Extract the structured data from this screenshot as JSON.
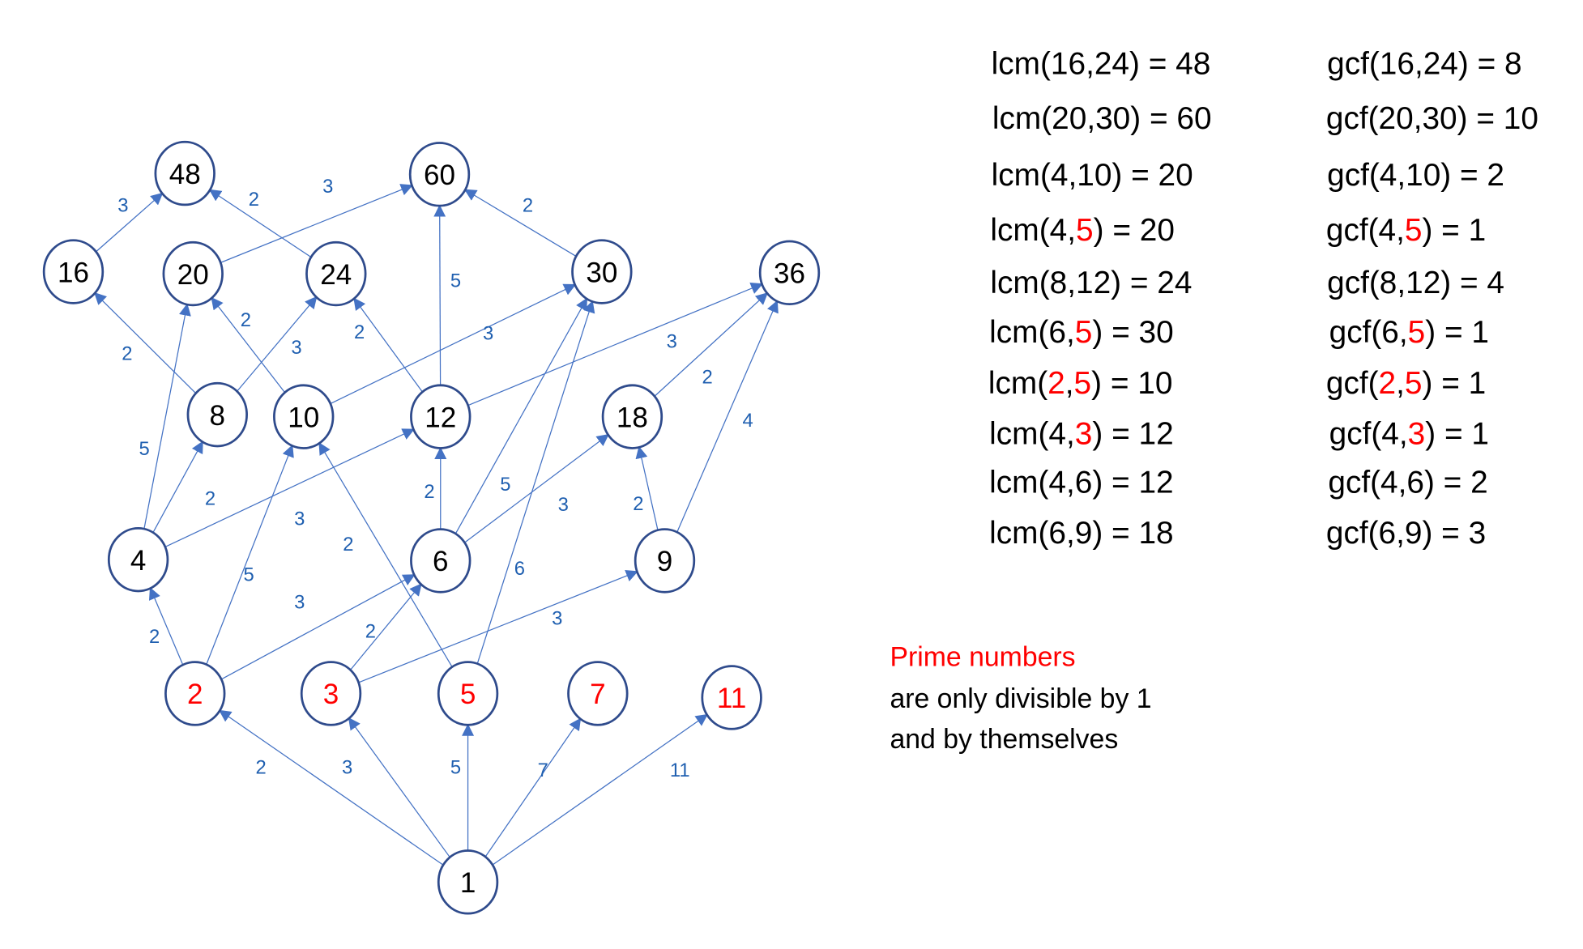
{
  "colors": {
    "prime": "#FF0000",
    "normal": "#000000",
    "edge": "#4472C4",
    "edge_label": "#1F5FB0",
    "node_border": "#2F4B8C"
  },
  "nodes": [
    {
      "label": "48",
      "prime": false
    },
    {
      "label": "60",
      "prime": false
    },
    {
      "label": "16",
      "prime": false
    },
    {
      "label": "20",
      "prime": false
    },
    {
      "label": "24",
      "prime": false
    },
    {
      "label": "30",
      "prime": false
    },
    {
      "label": "36",
      "prime": false
    },
    {
      "label": "8",
      "prime": false
    },
    {
      "label": "10",
      "prime": false
    },
    {
      "label": "12",
      "prime": false
    },
    {
      "label": "18",
      "prime": false
    },
    {
      "label": "4",
      "prime": false
    },
    {
      "label": "6",
      "prime": false
    },
    {
      "label": "9",
      "prime": false
    },
    {
      "label": "2",
      "prime": true
    },
    {
      "label": "3",
      "prime": true
    },
    {
      "label": "5",
      "prime": true
    },
    {
      "label": "7",
      "prime": true
    },
    {
      "label": "11",
      "prime": true
    },
    {
      "label": "1",
      "prime": false
    }
  ],
  "edges": [
    {
      "from": "16",
      "to": "48",
      "label": "3"
    },
    {
      "from": "24",
      "to": "48",
      "label": "2"
    },
    {
      "from": "20",
      "to": "60",
      "label": "3"
    },
    {
      "from": "12",
      "to": "60",
      "label": "5"
    },
    {
      "from": "30",
      "to": "60",
      "label": "2"
    },
    {
      "from": "8",
      "to": "16",
      "label": "2"
    },
    {
      "from": "10",
      "to": "20",
      "label": "2"
    },
    {
      "from": "8",
      "to": "24",
      "label": "3"
    },
    {
      "from": "12",
      "to": "24",
      "label": "2"
    },
    {
      "from": "10",
      "to": "30",
      "label": "3"
    },
    {
      "from": "6",
      "to": "30",
      "label": "5"
    },
    {
      "from": "5",
      "to": "30",
      "label": "6"
    },
    {
      "from": "12",
      "to": "36",
      "label": "3"
    },
    {
      "from": "18",
      "to": "36",
      "label": "2"
    },
    {
      "from": "9",
      "to": "36",
      "label": "4"
    },
    {
      "from": "4",
      "to": "20",
      "label": "5"
    },
    {
      "from": "4",
      "to": "8",
      "label": "2"
    },
    {
      "from": "4",
      "to": "12",
      "label": "3"
    },
    {
      "from": "2",
      "to": "10",
      "label": "5"
    },
    {
      "from": "5",
      "to": "10",
      "label": "2"
    },
    {
      "from": "6",
      "to": "12",
      "label": "2"
    },
    {
      "from": "6",
      "to": "18",
      "label": "3"
    },
    {
      "from": "9",
      "to": "18",
      "label": "2"
    },
    {
      "from": "2",
      "to": "4",
      "label": "2"
    },
    {
      "from": "2",
      "to": "6",
      "label": "3"
    },
    {
      "from": "3",
      "to": "6",
      "label": "2"
    },
    {
      "from": "3",
      "to": "9",
      "label": "3"
    },
    {
      "from": "1",
      "to": "2",
      "label": "2"
    },
    {
      "from": "1",
      "to": "3",
      "label": "3"
    },
    {
      "from": "1",
      "to": "5",
      "label": "5"
    },
    {
      "from": "1",
      "to": "7",
      "label": "7"
    },
    {
      "from": "1",
      "to": "11",
      "label": "11"
    }
  ],
  "lcm": [
    [
      {
        "t": "lcm(16,24) = 48"
      }
    ],
    [
      {
        "t": "lcm(20,30) = 60"
      }
    ],
    [
      {
        "t": "lcm(4,10) = 20"
      }
    ],
    [
      {
        "t": "lcm(4,"
      },
      {
        "t": "5",
        "red": true
      },
      {
        "t": ") = 20"
      }
    ],
    [
      {
        "t": "lcm(8,12) = 24"
      }
    ],
    [
      {
        "t": "lcm(6,"
      },
      {
        "t": "5",
        "red": true
      },
      {
        "t": ") = 30"
      }
    ],
    [
      {
        "t": "lcm("
      },
      {
        "t": "2",
        "red": true
      },
      {
        "t": ","
      },
      {
        "t": "5",
        "red": true
      },
      {
        "t": ") = 10"
      }
    ],
    [
      {
        "t": "lcm(4,"
      },
      {
        "t": "3",
        "red": true
      },
      {
        "t": ") = 12"
      }
    ],
    [
      {
        "t": "lcm(4,6) = 12"
      }
    ],
    [
      {
        "t": "lcm(6,9) = 18"
      }
    ]
  ],
  "gcf": [
    [
      {
        "t": "gcf(16,24) = 8"
      }
    ],
    [
      {
        "t": "gcf(20,30) = 10"
      }
    ],
    [
      {
        "t": "gcf(4,10) = 2"
      }
    ],
    [
      {
        "t": "gcf(4,"
      },
      {
        "t": "5",
        "red": true
      },
      {
        "t": ") = 1"
      }
    ],
    [
      {
        "t": "gcf(8,12) = 4"
      }
    ],
    [
      {
        "t": "gcf(6,"
      },
      {
        "t": "5",
        "red": true
      },
      {
        "t": ") = 1"
      }
    ],
    [
      {
        "t": "gcf("
      },
      {
        "t": "2",
        "red": true
      },
      {
        "t": ","
      },
      {
        "t": "5",
        "red": true
      },
      {
        "t": ") = 1"
      }
    ],
    [
      {
        "t": "gcf(4,"
      },
      {
        "t": "3",
        "red": true
      },
      {
        "t": ") = 1"
      }
    ],
    [
      {
        "t": "gcf(4,6) = 2"
      }
    ],
    [
      {
        "t": "gcf(6,9) = 3"
      }
    ]
  ],
  "prime_note": {
    "title": "Prime numbers",
    "line1": "are only divisible by 1",
    "line2": "and by themselves"
  }
}
